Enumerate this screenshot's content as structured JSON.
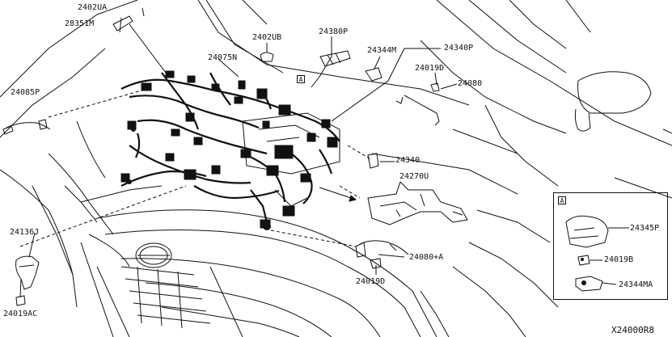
{
  "labels": {
    "p24024UA": "2402UA",
    "p28351M": "28351M",
    "p2402UB": "2402UB",
    "p24380P": "24380P",
    "p24075N": "24075N",
    "p24344M": "24344M",
    "p24340P": "24340P",
    "p24019D_top": "24019D",
    "p24080": "24080",
    "p24085P": "24085P",
    "p24340": "24340",
    "p24270U": "24270U",
    "p24136J": "24136J",
    "p24080A": "24080+A",
    "p24019D_bottom": "24019D",
    "p24019AC": "24019AC",
    "p24345P": "24345P",
    "p24019B": "24019B",
    "p24344MA": "24344MA"
  },
  "tags": {
    "a_main": "A",
    "a_inset": "A"
  },
  "diagram_ref": "X24000R8",
  "colors": {
    "line": "#111111",
    "background": "#ffffff"
  }
}
